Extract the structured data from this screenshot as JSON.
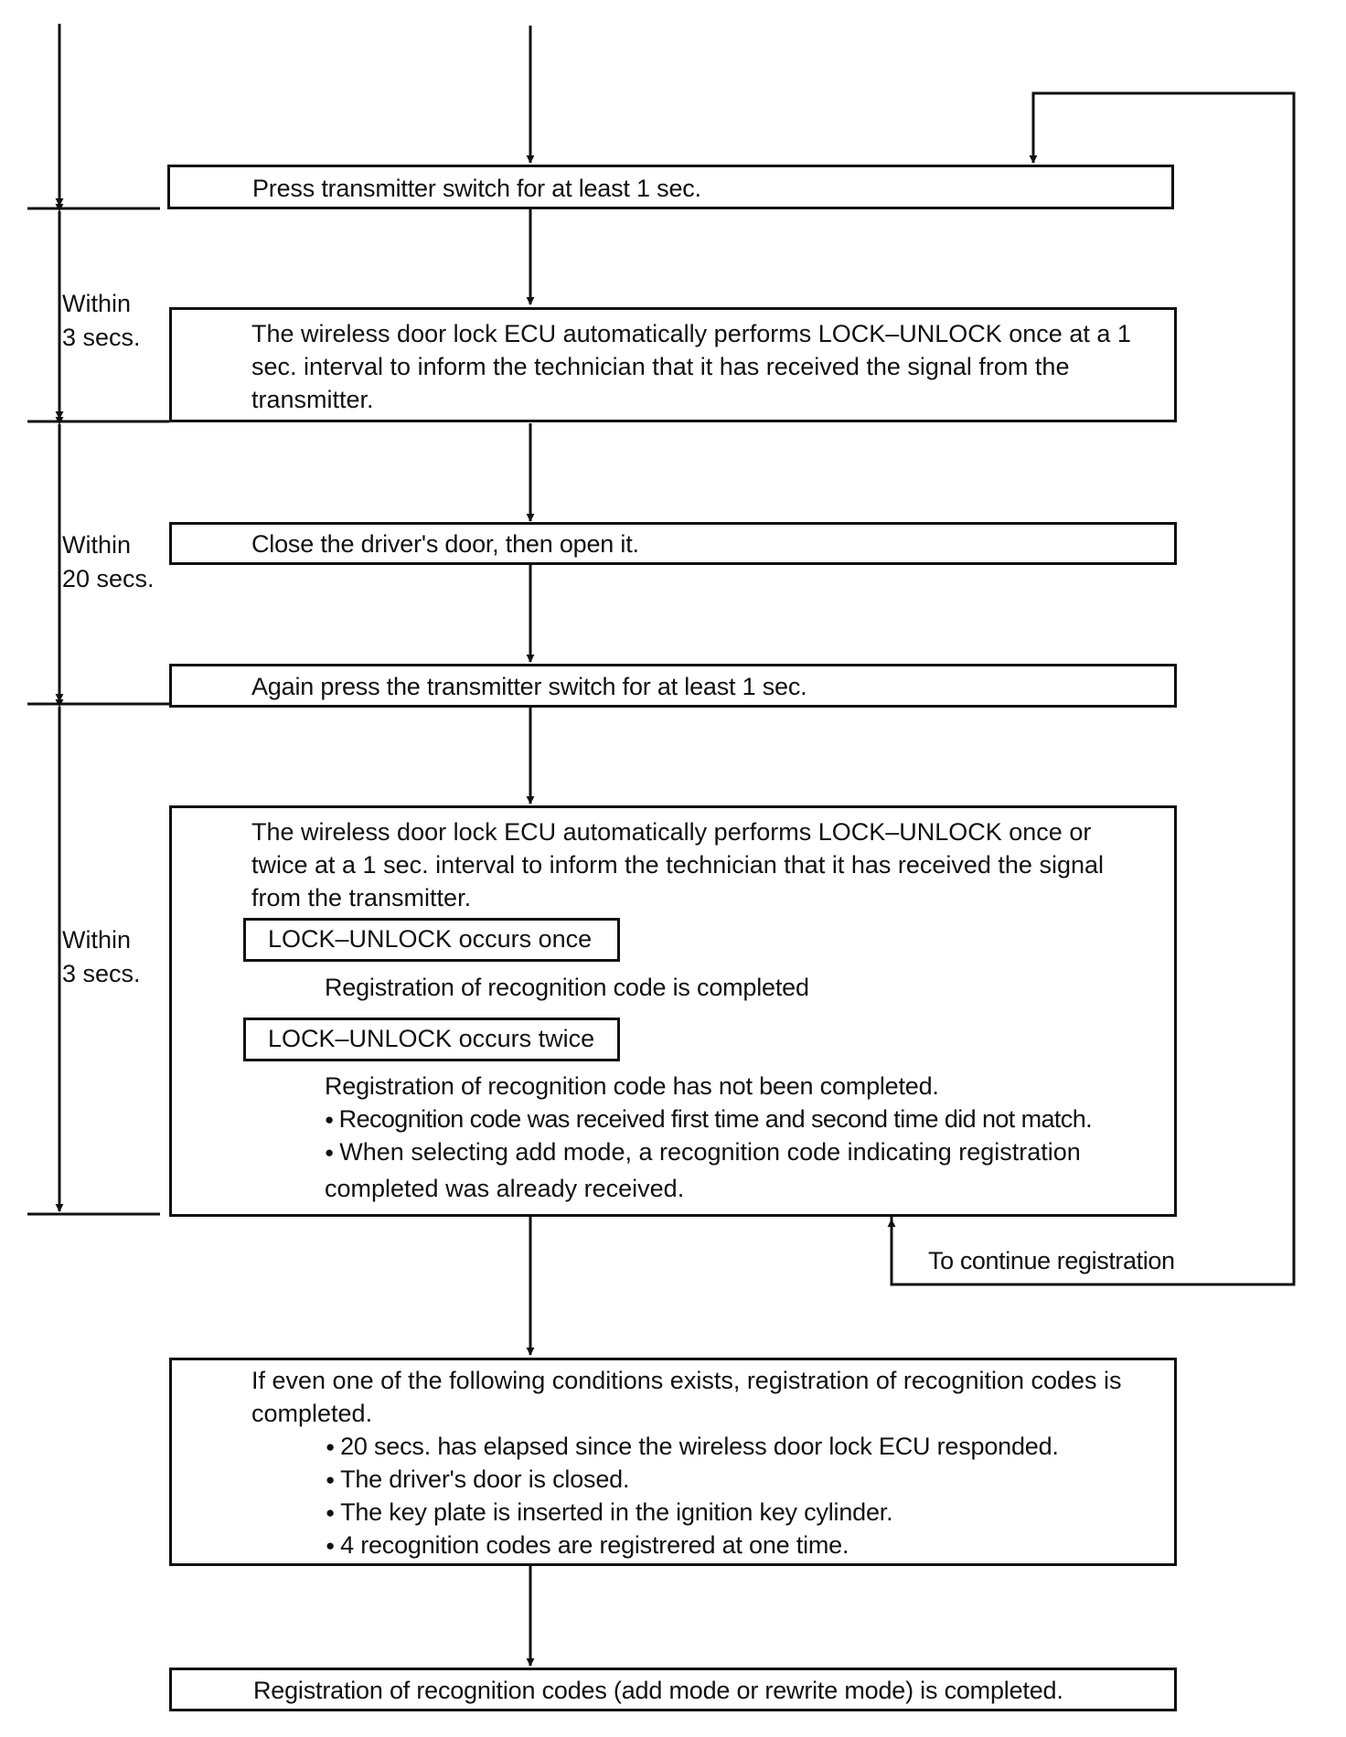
{
  "steps": {
    "press_switch": "Press transmitter switch for at least 1 sec.",
    "ecu_response_1": "The wireless door lock ECU automatically performs LOCK–UNLOCK once at a 1 sec. interval to inform the technician that it has received the signal from the transmitter.",
    "close_door": "Close the driver's door, then open it.",
    "again_press": "Again press the transmitter switch for at least 1 sec.",
    "ecu_response_2": {
      "intro": "The wireless door lock ECU automatically performs LOCK–UNLOCK once or twice at a 1 sec. interval to inform the technician that it has received the signal from the transmitter.",
      "once_label": "LOCK–UNLOCK occurs once",
      "once_result": "Registration of recognition code is completed",
      "twice_label": "LOCK–UNLOCK occurs twice",
      "twice_result": "Registration of recognition code has not been completed.",
      "twice_reasons": [
        "Recognition code was received first time and second time did not match.",
        "When selecting add mode, a recognition code indicating registration completed was already received."
      ]
    },
    "completion_conditions": {
      "intro": "If even one of the following conditions exists, registration of recognition codes is completed.",
      "items": [
        "20 secs. has elapsed since the wireless door lock ECU responded.",
        "The driver's door is closed.",
        "The key plate is inserted in the ignition key cylinder.",
        "4 recognition codes are registrered at one time."
      ]
    },
    "final": "Registration of recognition codes (add mode or rewrite mode) is completed."
  },
  "timing": [
    {
      "line1": "Within",
      "line2": "3 secs."
    },
    {
      "line1": "Within",
      "line2": "20 secs."
    },
    {
      "line1": "Within",
      "line2": "3 secs."
    }
  ],
  "loop_label": "To continue registration"
}
